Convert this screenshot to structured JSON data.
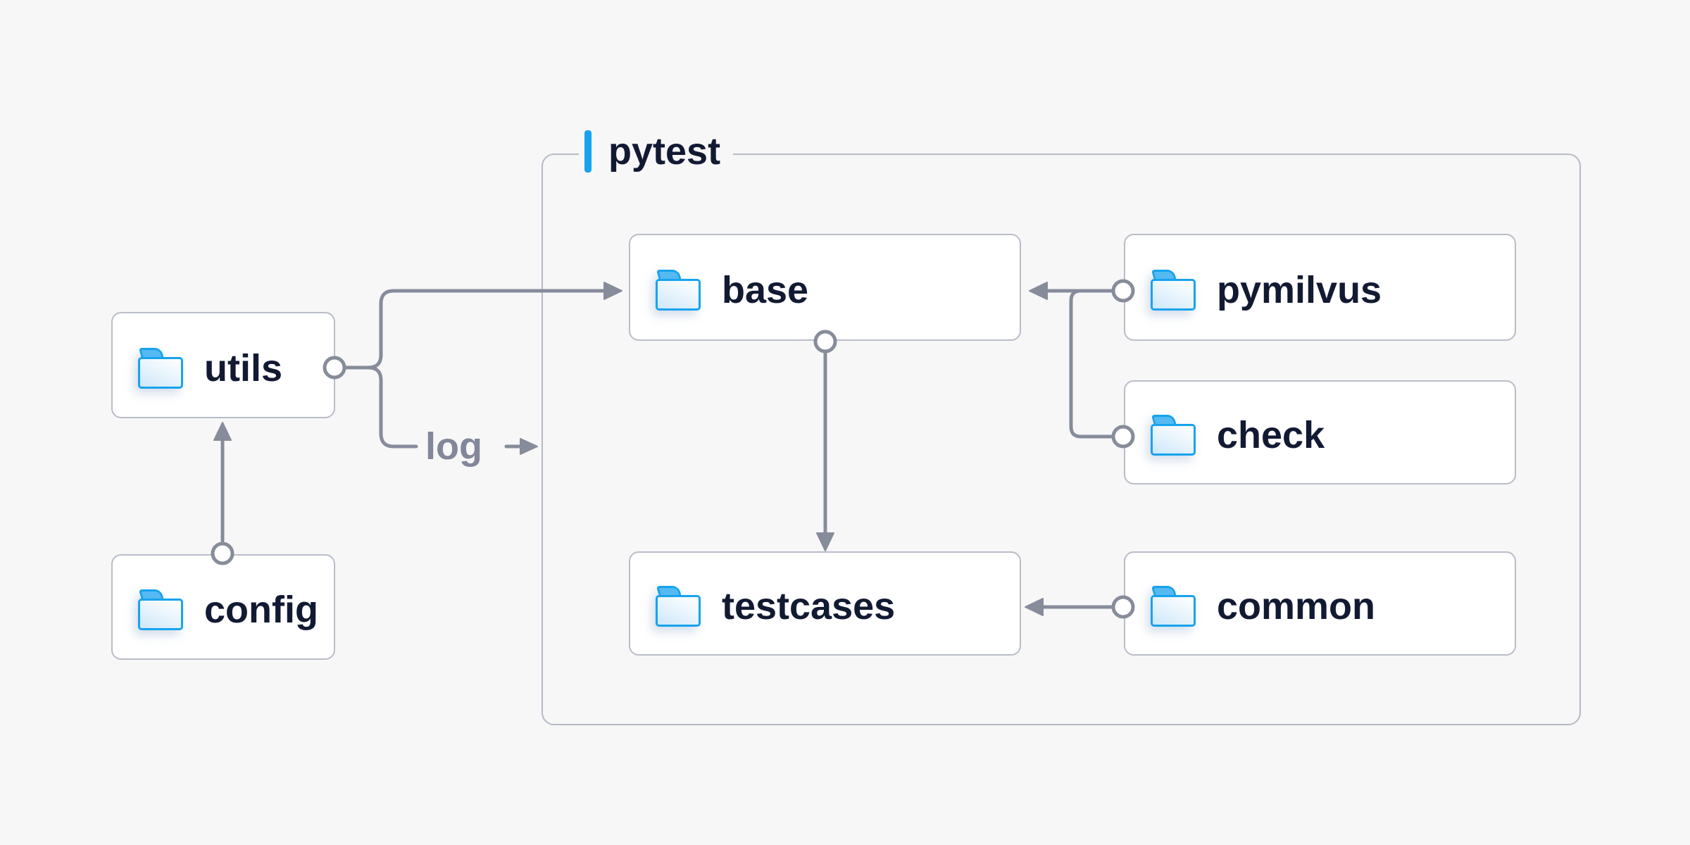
{
  "container": {
    "label": "pytest"
  },
  "nodes": {
    "utils": {
      "label": "utils",
      "icon": "folder-icon"
    },
    "config": {
      "label": "config",
      "icon": "folder-icon"
    },
    "base": {
      "label": "base",
      "icon": "folder-icon"
    },
    "testcases": {
      "label": "testcases",
      "icon": "folder-icon"
    },
    "pymilvus": {
      "label": "pymilvus",
      "icon": "folder-icon"
    },
    "check": {
      "label": "check",
      "icon": "folder-icon"
    },
    "common": {
      "label": "common",
      "icon": "folder-icon"
    }
  },
  "edges": {
    "log_label": "log",
    "connections": [
      {
        "from": "config",
        "to": "utils",
        "style": "arrow"
      },
      {
        "from": "utils",
        "to": "base",
        "style": "arrow"
      },
      {
        "from": "utils",
        "to": "pytest",
        "style": "arrow",
        "label": "log"
      },
      {
        "from": "base",
        "to": "testcases",
        "style": "arrow"
      },
      {
        "from": "pymilvus",
        "to": "base",
        "style": "arrow"
      },
      {
        "from": "check",
        "to": "base",
        "style": "arrow"
      },
      {
        "from": "common",
        "to": "testcases",
        "style": "arrow"
      }
    ]
  },
  "colors": {
    "background": "#f7f7f8",
    "box_background": "#ffffff",
    "box_border": "#b9bdc8",
    "container_border": "#b6bac5",
    "connector": "#878c9b",
    "text": "#121a33",
    "muted_text": "#82879a",
    "accent_blue": "#17a3ee"
  }
}
